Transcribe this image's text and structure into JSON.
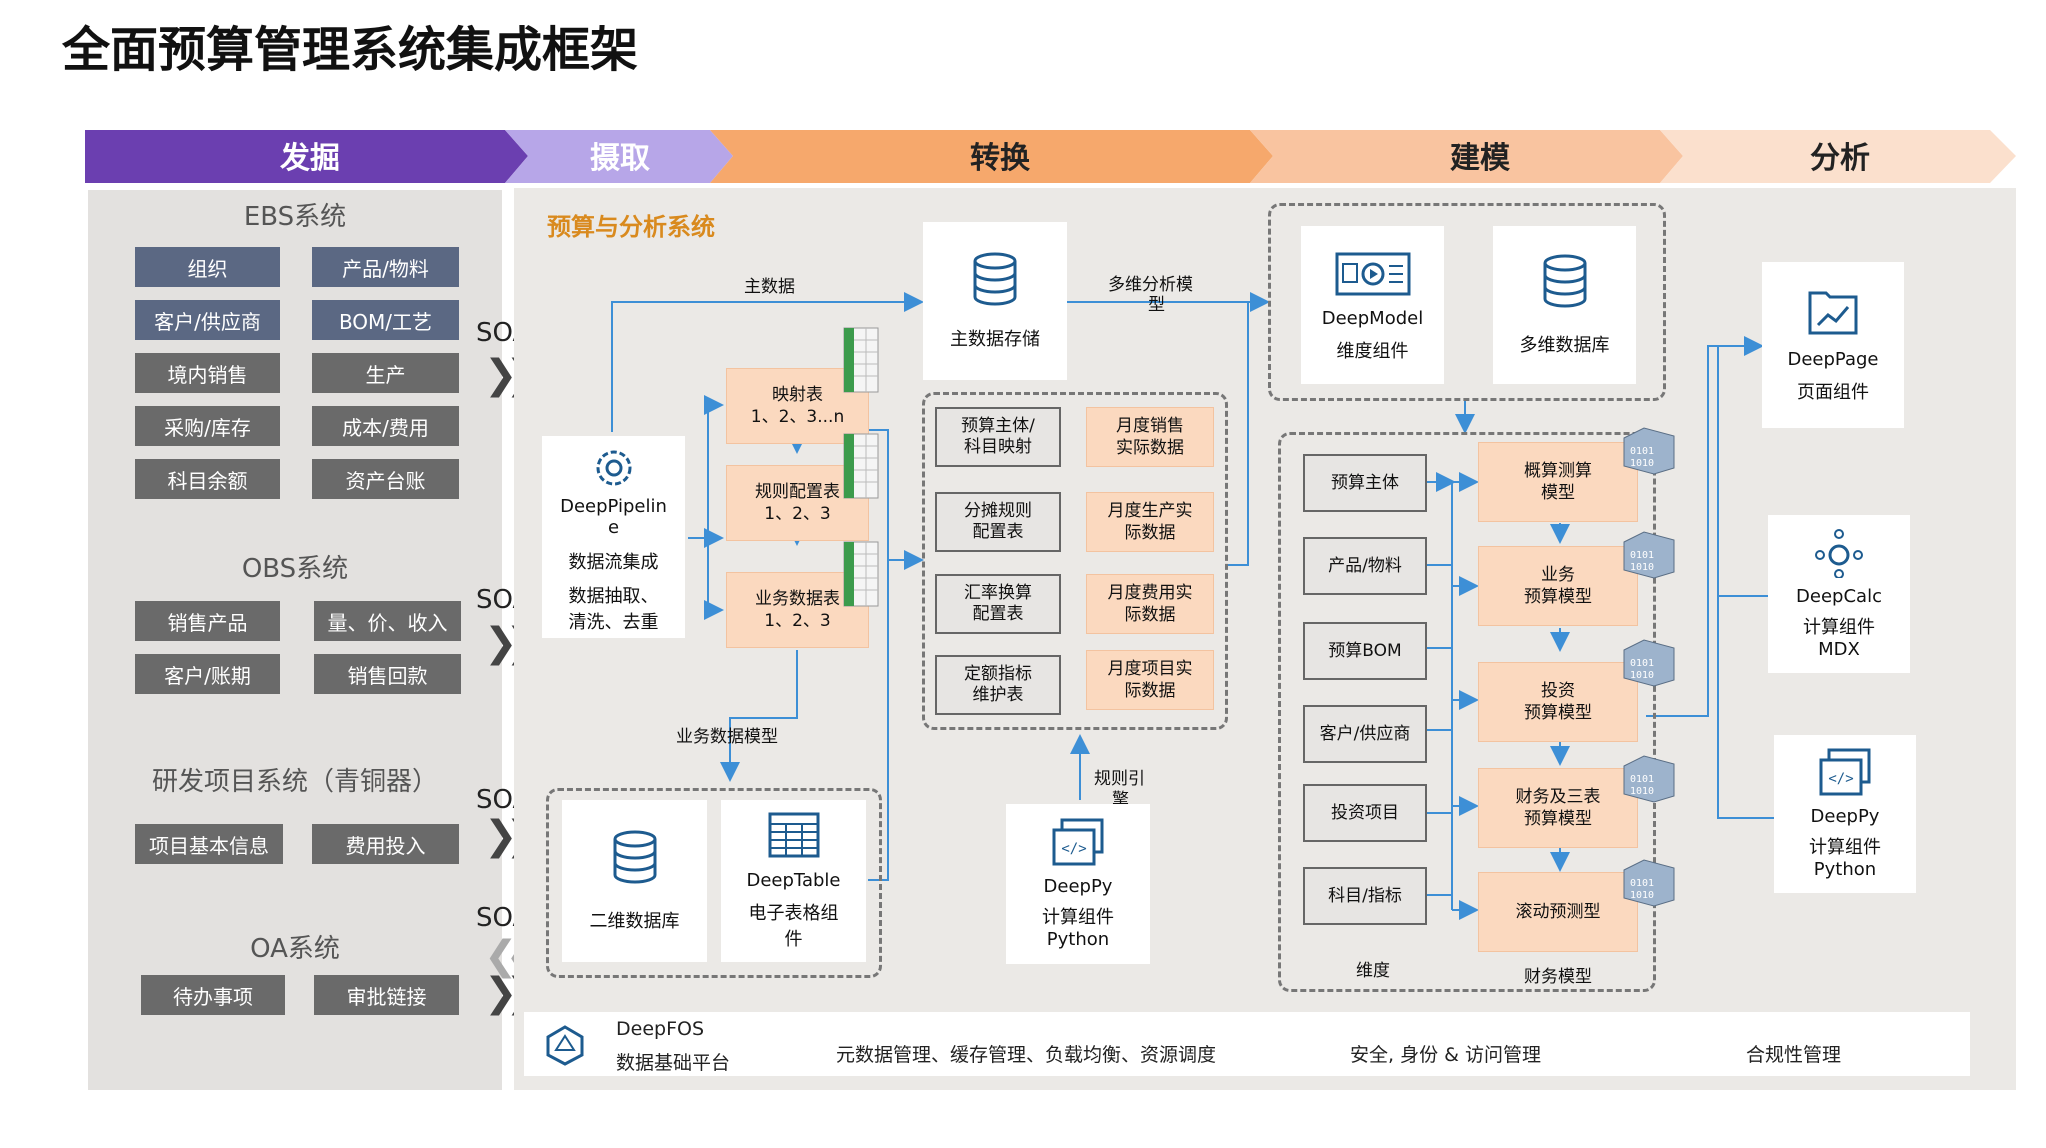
{
  "title": "全面预算管理系统集成框架",
  "stages": [
    "发掘",
    "摄取",
    "转换",
    "建模",
    "分析"
  ],
  "colors": {
    "stage1": "#6b3fb0",
    "stage2": "#b7a6e8",
    "stage3": "#f6a86c",
    "stage4": "#f9c4a0",
    "stage5": "#fbe0cd",
    "peach": "#fbd9bf",
    "blue_line": "#3d8fd6",
    "sys_box": "#5b6883"
  },
  "left": {
    "ebs": {
      "title": "EBS系统",
      "items": [
        "组织",
        "产品/物料",
        "客户/供应商",
        "BOM/工艺",
        "境内销售",
        "生产",
        "采购/库存",
        "成本/费用",
        "科目余额",
        "资产台账"
      ]
    },
    "obs": {
      "title": "OBS系统",
      "items": [
        "销售产品",
        "量、价、收入",
        "客户/账期",
        "销售回款"
      ]
    },
    "rd": {
      "title": "研发项目系统（青铜器）",
      "items": [
        "项目基本信息",
        "费用投入"
      ]
    },
    "oa": {
      "title": "OA系统",
      "items": [
        "待办事项",
        "审批链接"
      ]
    },
    "soa": "SOA",
    "arrows": "❯❯",
    "arrows_back": "❮❮"
  },
  "main": {
    "section_title": "预算与分析系统",
    "pipeline": {
      "name1": "DeepPipelin",
      "name2": "e",
      "desc": "数据流集成",
      "desc2": "数据抽取、",
      "desc3": "清洗、去重"
    },
    "mapping": [
      {
        "t1": "映射表",
        "t2": "1、2、3...n"
      },
      {
        "t1": "规则配置表",
        "t2": "1、2、3"
      },
      {
        "t1": "业务数据表",
        "t2": "1、2、3"
      }
    ],
    "labels": {
      "master": "主数据",
      "multi1": "多维分析模",
      "multi2": "型",
      "bizmodel": "业务数据模型",
      "rule1": "规则引",
      "rule2": "擎",
      "dim": "维度",
      "fin": "财务模型"
    },
    "master_store": "主数据存储",
    "config_boxes": [
      "预算主体/\n科目映射",
      "分摊规则\n配置表",
      "汇率换算\n配置表",
      "定额指标\n维护表"
    ],
    "actual_boxes": [
      "月度销售\n实际数据",
      "月度生产实\n际数据",
      "月度费用实\n际数据",
      "月度项目实\n际数据"
    ],
    "twodim": "二维数据库",
    "deeptable": {
      "name": "DeepTable",
      "d1": "电子表格组",
      "d2": "件"
    },
    "deeppy_mid": {
      "name": "DeepPy",
      "d1": "计算组件",
      "d2": "Python"
    },
    "deepmodel": {
      "name": "DeepModel",
      "d1": "维度组件"
    },
    "multidb": "多维数据库",
    "dims": [
      "预算主体",
      "产品/物料",
      "预算BOM",
      "客户/供应商",
      "投资项目",
      "科目/指标"
    ],
    "models": [
      "概算测算\n模型",
      "业务\n预算模型",
      "投资\n预算模型",
      "财务及三表\n预算模型",
      "滚动预测型"
    ],
    "deeppage": {
      "name": "DeepPage",
      "d1": "页面组件"
    },
    "deepcalc": {
      "name": "DeepCalc",
      "d1": "计算组件",
      "d2": "MDX"
    },
    "deeppy_right": {
      "name": "DeepPy",
      "d1": "计算组件",
      "d2": "Python"
    }
  },
  "footer": {
    "name": "DeepFOS",
    "d1": "数据基础平台",
    "f1": "元数据管理、缓存管理、负载均衡、资源调度",
    "f2": "安全, 身份 & 访问管理",
    "f3": "合规性管理"
  }
}
